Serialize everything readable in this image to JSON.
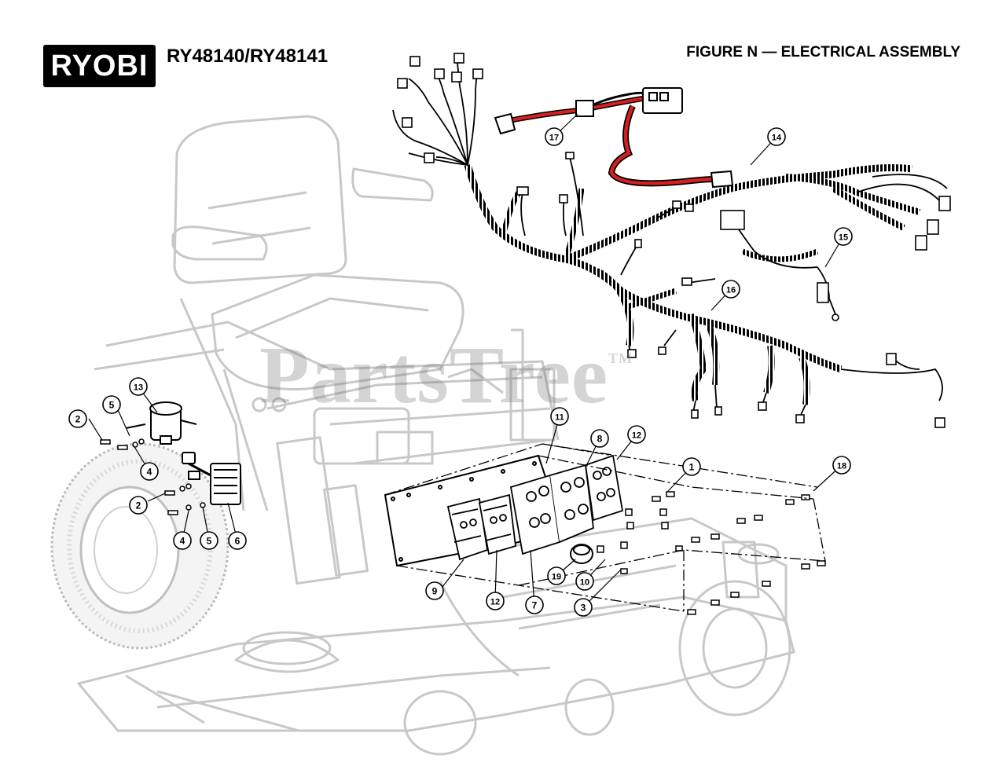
{
  "header": {
    "brand": "RYOBI",
    "model": "RY48140/RY48141",
    "figure_title": "FIGURE N — ELECTRICAL ASSEMBLY"
  },
  "watermark": {
    "text": "PartsTree",
    "tm": "TM"
  },
  "callouts": [
    {
      "id": "c1",
      "label": "1"
    },
    {
      "id": "c2a",
      "label": "2"
    },
    {
      "id": "c2b",
      "label": "2"
    },
    {
      "id": "c3",
      "label": "3"
    },
    {
      "id": "c4a",
      "label": "4"
    },
    {
      "id": "c4b",
      "label": "4"
    },
    {
      "id": "c5a",
      "label": "5"
    },
    {
      "id": "c5b",
      "label": "5"
    },
    {
      "id": "c6",
      "label": "6"
    },
    {
      "id": "c7",
      "label": "7"
    },
    {
      "id": "c8",
      "label": "8"
    },
    {
      "id": "c9",
      "label": "9"
    },
    {
      "id": "c10",
      "label": "10"
    },
    {
      "id": "c11",
      "label": "11"
    },
    {
      "id": "c12a",
      "label": "12"
    },
    {
      "id": "c12b",
      "label": "12"
    },
    {
      "id": "c13",
      "label": "13"
    },
    {
      "id": "c14",
      "label": "14"
    },
    {
      "id": "c15",
      "label": "15"
    },
    {
      "id": "c16",
      "label": "16"
    },
    {
      "id": "c17",
      "label": "17"
    },
    {
      "id": "c18",
      "label": "18"
    },
    {
      "id": "c19",
      "label": "19"
    }
  ],
  "colors": {
    "cable_red": "#d62020",
    "outline_gray": "#c8c8c8",
    "ink": "#000000"
  }
}
